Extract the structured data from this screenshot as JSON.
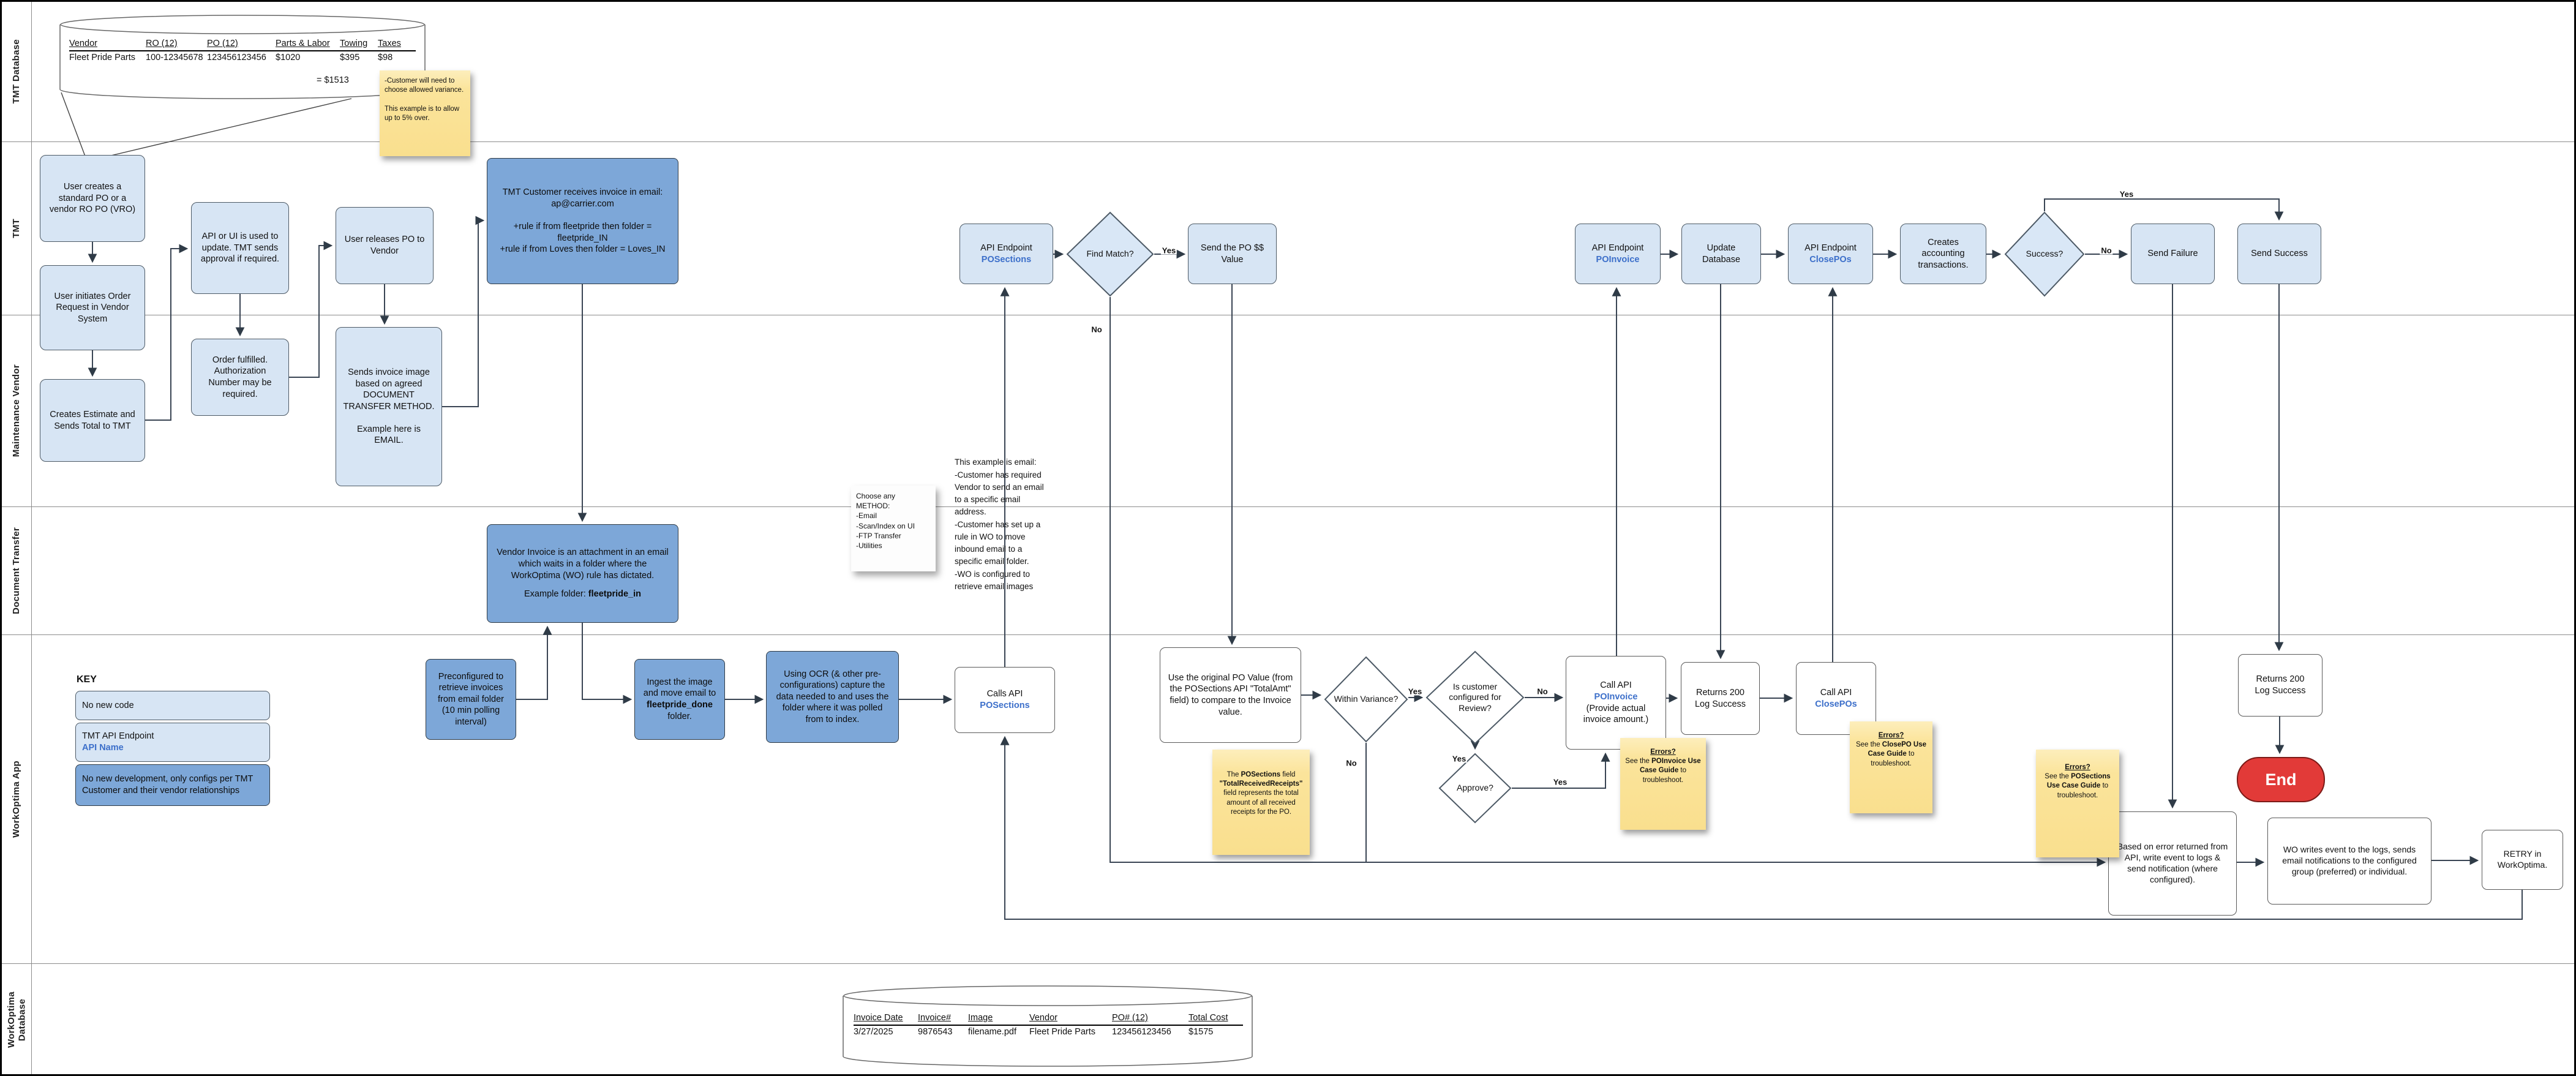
{
  "colors": {
    "light_blue": "#d7e5f4",
    "dark_blue": "#7da7d8",
    "sticky_yellow": "#fbe49b",
    "api_blue": "#3c6fca",
    "end_red": "#e23a38",
    "line_gray": "#8c8c8c"
  },
  "labels": {
    "yes": "Yes",
    "no": "No",
    "key_title": "KEY",
    "end": "End"
  },
  "lanes": {
    "l1": "TMT Database",
    "l2": "TMT",
    "l3": "Maintenance Vendor",
    "l4": "Document Transfer",
    "l5": "WorkOptima App",
    "l6": "WorkOptima Database"
  },
  "tmt_db": {
    "h0": "Vendor",
    "h1": "RO (12)",
    "h2": "PO (12)",
    "h3": "Parts & Labor",
    "h4": "Towing",
    "h5": "Taxes",
    "r0": "Fleet Pride Parts",
    "r1": "100-12345678",
    "r2": "123456123456",
    "r3": "$1020",
    "r4": "$395",
    "r5": "$98",
    "total": "= $1513",
    "note": "-Customer will need to choose allowed variance.\n\nThis example is to allow up to 5% over."
  },
  "tmt": {
    "user_creates": "User creates a standard PO or a vendor RO PO (VRO)",
    "api_ui": "API or UI is used to update. TMT sends approval if required.",
    "user_releases": "User releases PO to Vendor",
    "tmt_customer": "TMT Customer receives invoice in email:\nap@carrier.com\n\n+rule if from fleetpride then folder = fleetpride_IN\n+rule if from Loves then folder = Loves_IN",
    "api_endpoint": "API Endpoint",
    "ep_posections": "POSections",
    "ep_poinvoice": "POInvoice",
    "ep_closepos": "ClosePOs",
    "find_match": "Find Match?",
    "send_po_value": "Send the PO $$ Value",
    "update_db": "Update Database",
    "creates_accounting": "Creates accounting transactions.",
    "success": "Success?",
    "send_failure": "Send Failure",
    "send_success": "Send Success"
  },
  "vendor": {
    "user_initiates": "User initiates Order Request in Vendor System",
    "creates_estimate": "Creates Estimate and Sends Total to TMT",
    "order_fulfilled": "Order fulfilled. Authorization Number may be required.",
    "sends_invoice": "Sends invoice image based on agreed DOCUMENT TRANSFER METHOD.\n\nExample here is EMAIL."
  },
  "doc_transfer": {
    "vendor_invoice": "Vendor Invoice is an attachment in an email which waits in a folder where the WorkOptima (WO) rule has dictated.",
    "example_label": "Example folder:  ",
    "example_folder": "fleetpride_in",
    "method_note": "Choose any\nMETHOD:\n-Email\n-Scan/Index on UI\n-FTP Transfer\n-Utilities",
    "email_example": "This example is email:\n-Customer has required\nVendor to send an email\nto a specific email\naddress.\n-Customer has set up a\nrule in WO to move\ninbound email to a\nspecific email folder.\n-WO is configured to\nretrieve email images"
  },
  "wo": {
    "preconfigured": "Preconfigured to retrieve invoices from email folder (10 min polling interval)",
    "ingest_pre": "Ingest the image and move email to ",
    "ingest_bold": "fleetpride_done",
    "ingest_post": " folder.",
    "using_ocr": "Using OCR (& other pre-configurations) capture the data needed to and uses the folder where it was polled from to index.",
    "calls_api": "Calls API",
    "call_api": "Call API",
    "poinvoice_paren": "(Provide actual invoice amount.)",
    "use_original": "Use the original PO Value (from the POSections API \"TotalAmt\" field) to compare to the Invoice value.",
    "within_variance": "Within Variance?",
    "is_configured": "Is customer configured for Review?",
    "approve": "Approve?",
    "returns_200": "Returns 200\nLog Success",
    "based_on_error": "Based on error returned from API, write event to logs & send notification (where configured).",
    "wo_writes": "WO writes event to the logs, sends email notifications to the configured group (preferred) or individual.",
    "retry": "RETRY in WorkOptima."
  },
  "key": {
    "item1": "No new code",
    "item2_line1": "TMT API Endpoint",
    "item2_line2": "API Name",
    "item3": "No new development, only configs per TMT Customer and their vendor relationships"
  },
  "notes": {
    "errors_title": "Errors?",
    "see_the": "See the ",
    "to_troubleshoot": " to troubleshoot.",
    "poinvoice_guide": "POInvoice Use Case Guide",
    "closepo_guide": "ClosePO Use Case Guide",
    "posections_guide": "POSections Use Case Guide",
    "pf_pre": "The ",
    "pf_b1": "POSections",
    "pf_mid": " field ",
    "pf_b2": "\"TotalReceivedReceipts\"",
    "pf_post": " field represents the total amount of all received receipts for the PO."
  },
  "wo_db": {
    "h0": "Invoice Date",
    "h1": "Invoice#",
    "h2": "Image",
    "h3": "Vendor",
    "h4": "PO# (12)",
    "h5": "Total Cost",
    "r0": "3/27/2025",
    "r1": "9876543",
    "r2": "filename.pdf",
    "r3": "Fleet Pride Parts",
    "r4": "123456123456",
    "r5": "$1575"
  }
}
